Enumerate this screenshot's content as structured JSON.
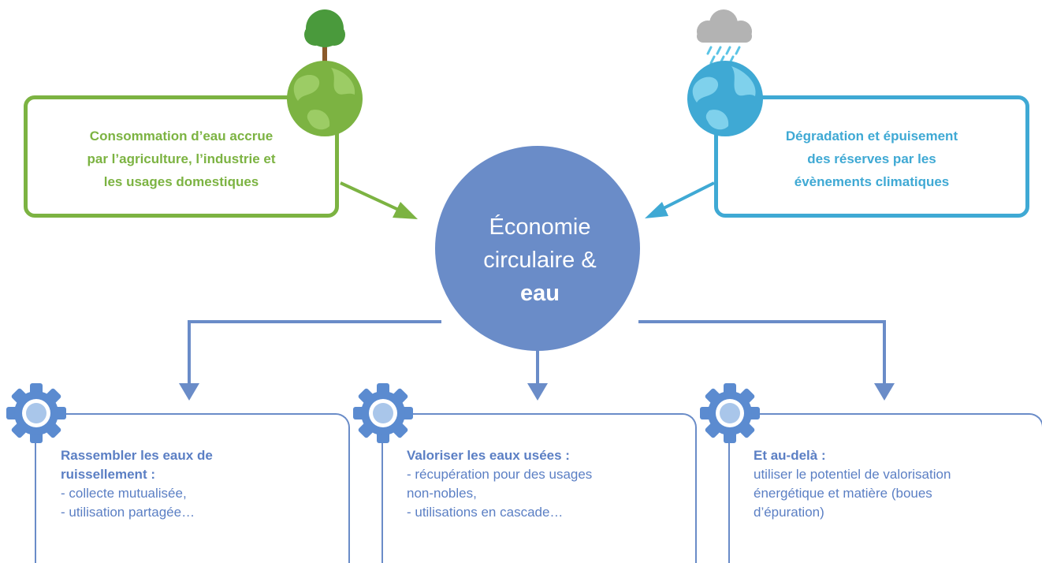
{
  "colors": {
    "green": "#7cb342",
    "blue": "#3fa9d4",
    "circle": "#6a8cc8",
    "bottom_text": "#5b7fc4"
  },
  "icons": [
    "tree-icon",
    "green-globe-icon",
    "rain-cloud-icon",
    "blue-globe-icon",
    "gear-icon"
  ],
  "center": {
    "line1": "Économie",
    "line2": "circulaire &",
    "line3": "eau"
  },
  "top_left": {
    "line1": "Consommation d’eau accrue",
    "line2": "par l’agriculture, l’industrie et",
    "line3": "les usages domestiques"
  },
  "top_right": {
    "line1": "Dégradation et épuisement",
    "line2": "des réserves par les",
    "line3": "évènements climatiques"
  },
  "bottom": [
    {
      "lines": [
        "Rassembler les eaux de",
        "ruissellement :",
        "- collecte mutualisée,",
        "- utilisation partagée…"
      ]
    },
    {
      "lines": [
        "Valoriser les eaux usées :",
        "- récupération pour des usages",
        "non-nobles,",
        "- utilisations en cascade…"
      ]
    },
    {
      "lines": [
        "Et au-delà :",
        "utiliser le potentiel de valorisation",
        "énergétique et matière (boues",
        "d’épuration)"
      ]
    }
  ]
}
